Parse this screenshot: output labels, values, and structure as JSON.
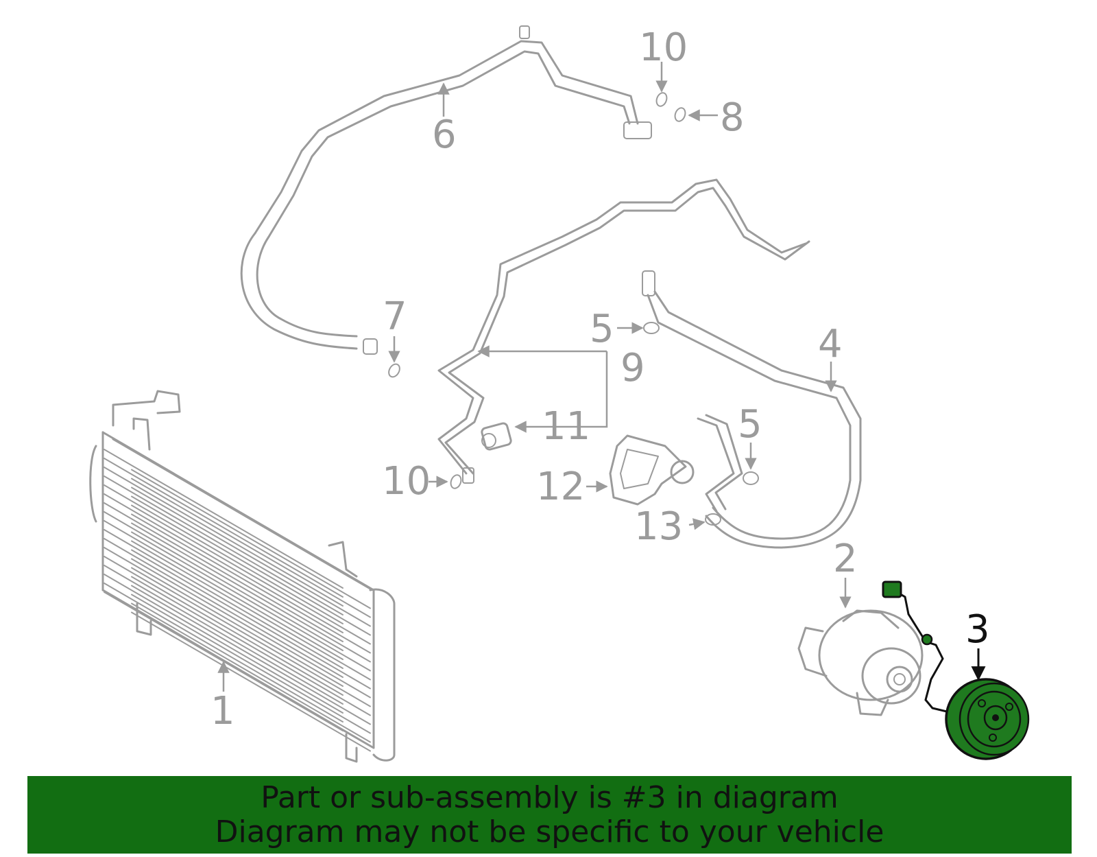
{
  "colors": {
    "part_lines": "#9b9b9b",
    "highlight_part": "#1f7a1f",
    "highlight_outline": "#111111",
    "banner_background": "#126e12",
    "banner_text": "#111111"
  },
  "callouts": {
    "c1": "1",
    "c2": "2",
    "c3": "3",
    "c4": "4",
    "c5a": "5",
    "c5b": "5",
    "c6": "6",
    "c7": "7",
    "c8": "8",
    "c9": "9",
    "c10a": "10",
    "c10b": "10",
    "c11": "11",
    "c12": "12",
    "c13": "13"
  },
  "highlighted_part": "3",
  "banner": {
    "line1": "Part or sub-assembly is #3 in diagram",
    "line2": "Diagram may not be specific to your vehicle"
  }
}
